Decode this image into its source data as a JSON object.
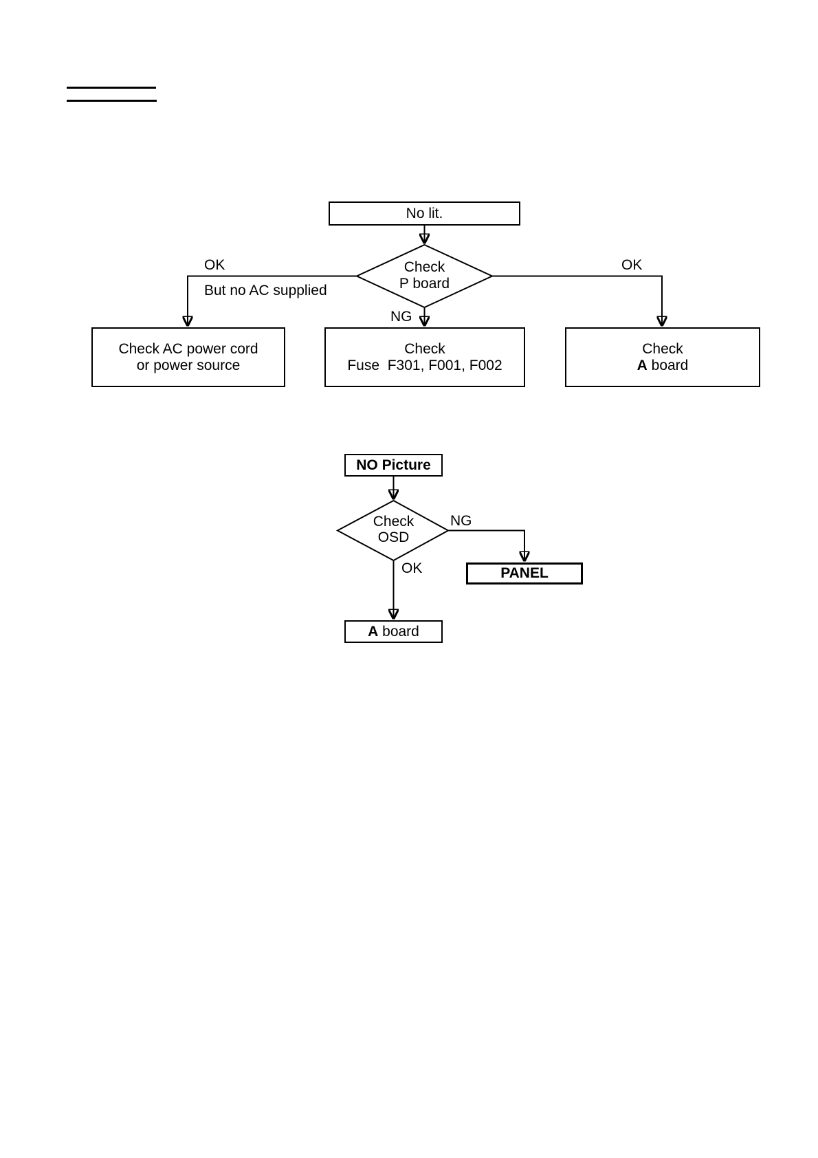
{
  "page": {
    "background": "#ffffff",
    "line_color": "#000000",
    "text_color": "#000000"
  },
  "flowchart_no_lit": {
    "start_box": "No lit.",
    "decision": {
      "line1": "Check",
      "line2": "P board"
    },
    "branch_left": {
      "label_above": "OK",
      "label_below": "But no AC supplied",
      "box_line1": "Check AC power cord",
      "box_line2": "or power source"
    },
    "branch_down": {
      "label": "NG",
      "box_line1": "Check",
      "box_line2": "Fuse  F301, F001, F002"
    },
    "branch_right": {
      "label": "OK",
      "box_line1": "Check",
      "box_line2_bold": "A",
      "box_line2_rest": " board"
    }
  },
  "flowchart_no_picture": {
    "start_box": "NO Picture",
    "decision": {
      "line1": "Check",
      "line2": "OSD"
    },
    "branch_right": {
      "label": "NG",
      "box_label": "PANEL"
    },
    "branch_down": {
      "label": "OK",
      "box_label_bold": "A",
      "box_label_rest": " board"
    }
  }
}
